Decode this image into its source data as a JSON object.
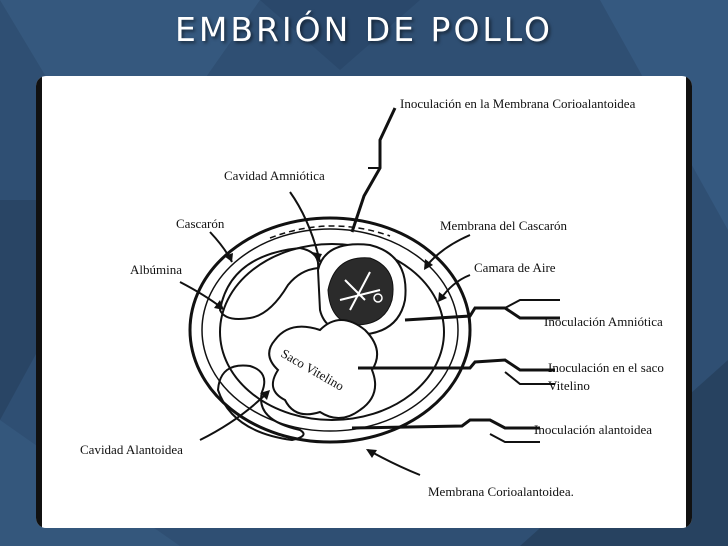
{
  "title": "EMBRIÓN DE POLLO",
  "colors": {
    "background": "#2f4f73",
    "figure_bg": "#ffffff",
    "ink": "#111111"
  },
  "diagram": {
    "labels": {
      "inoc_corioalantoidea": "Inoculación en la Membrana Corioalantoidea",
      "cavidad_amniotica": "Cavidad Amniótica",
      "cascaron": "Cascarón",
      "membrana_cascaron": "Membrana del Cascarón",
      "albumina": "Albúmina",
      "camara_aire": "Camara de Aire",
      "inoc_amniotica": "Inoculación  Amniótica",
      "inoc_saco_1": "Inoculación en el saco",
      "inoc_saco_2": "Vitelino",
      "saco_vitelino": "Saco Vitelino",
      "inoc_alantoidea": "Inoculación alantoidea",
      "cavidad_alantoidea": "Cavidad Alantoidea",
      "membrana_corio": "Membrana Corioalantoidea."
    }
  }
}
